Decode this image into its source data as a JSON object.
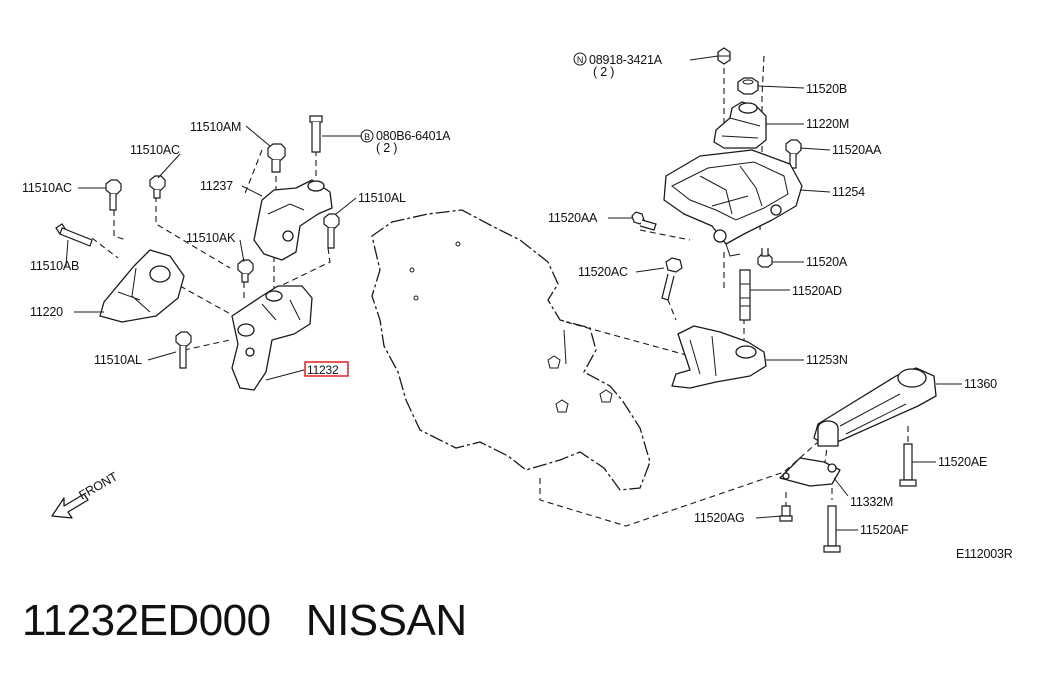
{
  "labels": {
    "top_nut": "08918-3421A",
    "top_nut_qty": "( 2 )",
    "p11520B": "11520B",
    "p11220M": "11220M",
    "p11520AA_1": "11520AA",
    "p11254": "11254",
    "p11520AA_2": "11520AA",
    "p11520AC_r": "11520AC",
    "p11520A": "11520A",
    "p11520AD": "11520AD",
    "p11253N": "11253N",
    "p11360": "11360",
    "p11520AE": "11520AE",
    "p11332M": "11332M",
    "p11520AG": "11520AG",
    "p11520AF": "11520AF",
    "p11510AM": "11510AM",
    "bolt_B": "080B6-6401A",
    "bolt_B_qty": "( 2 )",
    "p11510AC_1": "11510AC",
    "p11510AC_2": "11510AC",
    "p11237": "11237",
    "p11510AL_1": "11510AL",
    "p11510AK": "11510AK",
    "p11510AB": "11510AB",
    "p11220": "11220",
    "p11510AL_2": "11510AL",
    "highlighted": "11232",
    "front": "FRONT",
    "diagram_code": "E112003R",
    "circle_N": "N",
    "circle_B": "B"
  },
  "highlight_color": "#e02020",
  "caption": "11232ED000   NISSAN"
}
